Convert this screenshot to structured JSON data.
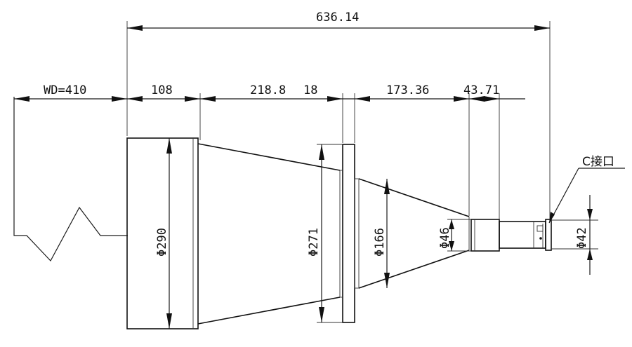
{
  "dimensions": {
    "total_length": "636.14",
    "working_distance": "WD=410",
    "front_length": "108",
    "cone_length": "218.8",
    "flange_thickness": "18",
    "rear_cone_length": "173.36",
    "tube_length": "43.71"
  },
  "diameters": {
    "front": "Φ290",
    "flange": "Φ271",
    "rear_cone": "Φ166",
    "tube": "Φ46",
    "mount": "Φ42"
  },
  "callouts": {
    "mount_label": "C接口"
  }
}
